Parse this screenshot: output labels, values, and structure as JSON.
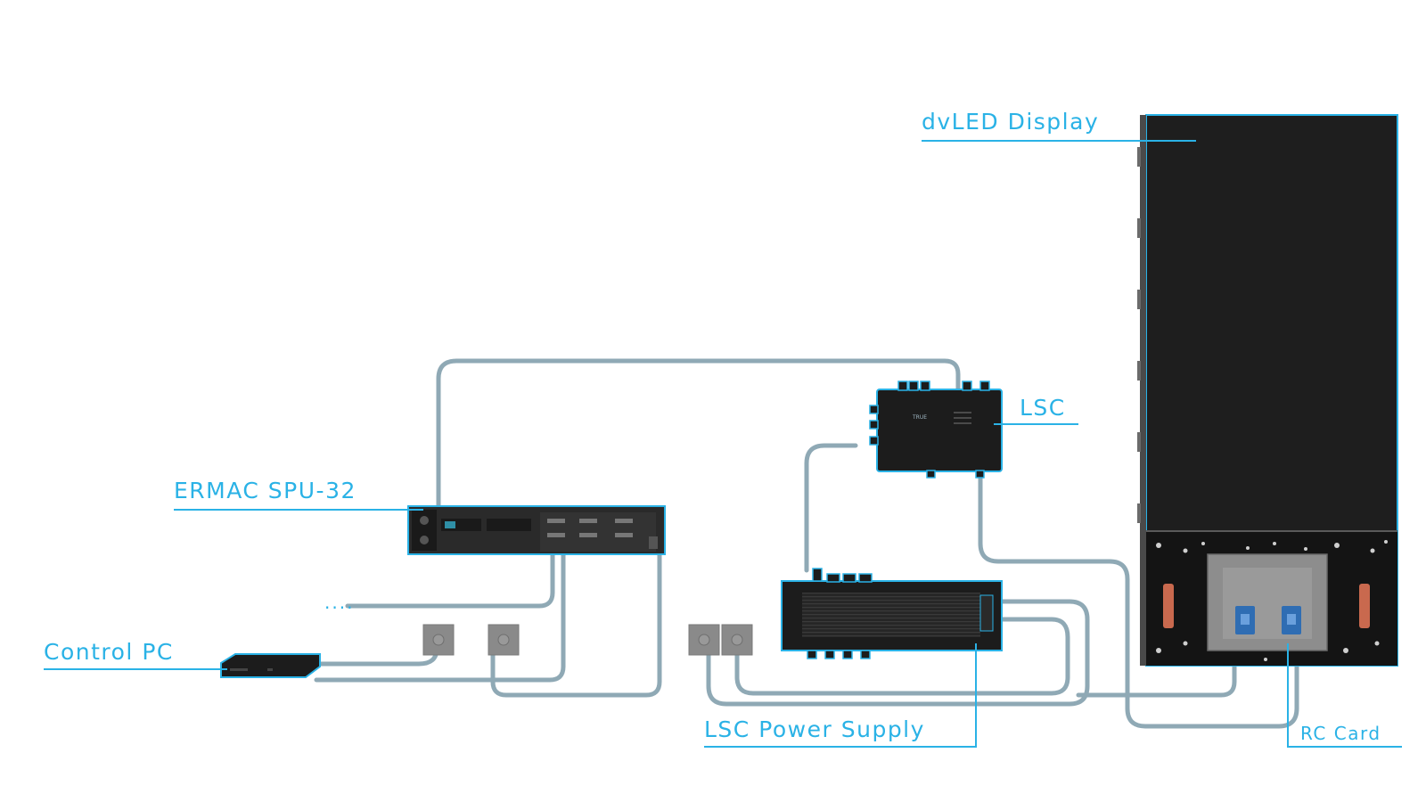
{
  "labels": {
    "display": "dvLED Display",
    "lsc": "LSC",
    "ermac": "ERMAC SPU-32",
    "control_pc": "Control PC",
    "power_supply": "LSC Power Supply",
    "rc_card": "RC Card",
    "ellipsis": "...."
  },
  "colors": {
    "accent": "#2ab2e6",
    "cable": "#8fa9b5",
    "device_body": "#1c1c1c",
    "outlet": "#8a8a8a"
  },
  "device_text": {
    "lsc_brand": "TRUE"
  }
}
